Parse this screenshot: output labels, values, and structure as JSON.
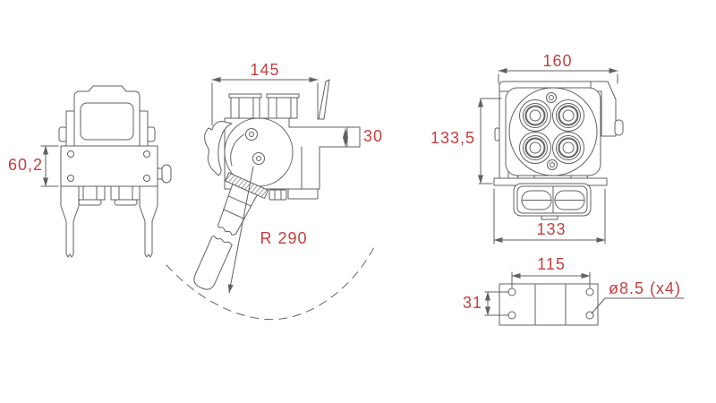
{
  "dimensions": {
    "front_height": "60,2",
    "side_width": "145",
    "side_arm_height": "30",
    "lever_swing_radius": "R 290",
    "face_width": "160",
    "face_height": "133,5",
    "face_bottom_width": "133",
    "plate_hole_spacing_x": "115",
    "plate_hole_spacing_y": "31",
    "plate_hole_diameter": "ø8.5 (x4)"
  },
  "colors": {
    "background": "#ffffff",
    "line": "#616161",
    "dimension_text": "#c53f3f"
  }
}
